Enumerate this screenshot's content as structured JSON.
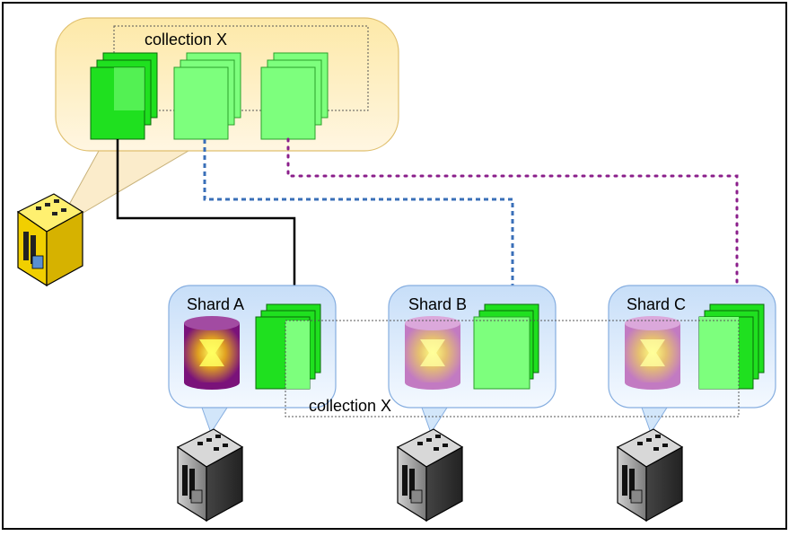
{
  "top_group": {
    "collection_label": "collection X"
  },
  "bottom_group": {
    "collection_label": "collection X"
  },
  "shards": [
    {
      "id": "A",
      "label": "Shard A"
    },
    {
      "id": "B",
      "label": "Shard B"
    },
    {
      "id": "C",
      "label": "Shard C"
    }
  ],
  "icons": {
    "router": "mongos-router-server-icon",
    "server": "shard-server-icon",
    "database": "database-cylinder-icon",
    "document": "document-stack-icon"
  },
  "colors": {
    "page_border": "#000000",
    "top_bubble": "#fbe9b8",
    "top_bubble_edge": "#e8c25a",
    "shard_bubble": "#d7e8fb",
    "shard_bubble_edge": "#86aee0",
    "document_bright": "#00e000",
    "document_light": "#7dff7d",
    "cylinder_dark": "#7a1a7a",
    "cylinder_light": "#c98bc9",
    "router_body": "#f5d000",
    "server_body": "#555555",
    "arrow_a": "#000000",
    "arrow_b": "#3a6fb8",
    "arrow_c": "#8b1f8b"
  }
}
